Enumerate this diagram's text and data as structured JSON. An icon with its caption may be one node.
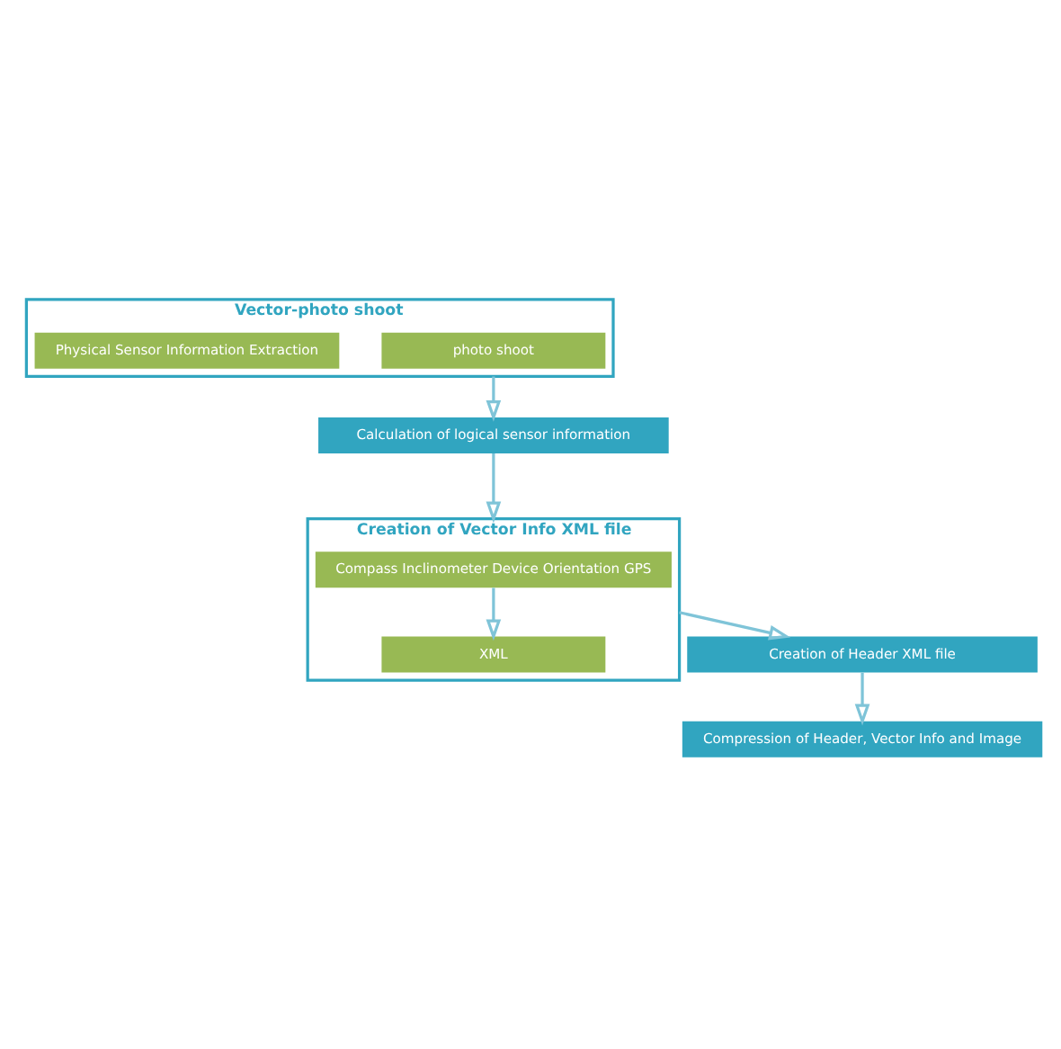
{
  "diagram": {
    "nodes": [
      {
        "text": [
          "Vector-photo shoot"
        ]
      },
      {
        "text": [
          "photo shoot"
        ],
        "in": 0
      },
      {
        "text": [
          "Physical Sensor Information Extraction"
        ],
        "in": 0
      },
      {
        "text": [
          "Calculation of logical sensor information"
        ]
      },
      {
        "text": [
          "Creation of Vector Info XML file"
        ]
      },
      {
        "text": [
          "Compass Inclinometer Device Orientation GPS"
        ],
        "in": 4
      },
      {
        "text": [
          "XML"
        ],
        "in": 4
      },
      {
        "text": [
          "Creation of Header XML file"
        ]
      },
      {
        "text": [
          "Compression of Header, Vector Info and Image"
        ]
      }
    ],
    "edges": [
      {
        "from": 0,
        "to": 3,
        "arrow": "to"
      },
      {
        "from": 3,
        "to": 4,
        "arrow": "to"
      },
      {
        "from": 5,
        "to": 6,
        "arrow": "to"
      },
      {
        "from": 4,
        "to": 7,
        "arrow": "to"
      },
      {
        "from": 7,
        "to": 8,
        "arrow": "to"
      }
    ]
  }
}
